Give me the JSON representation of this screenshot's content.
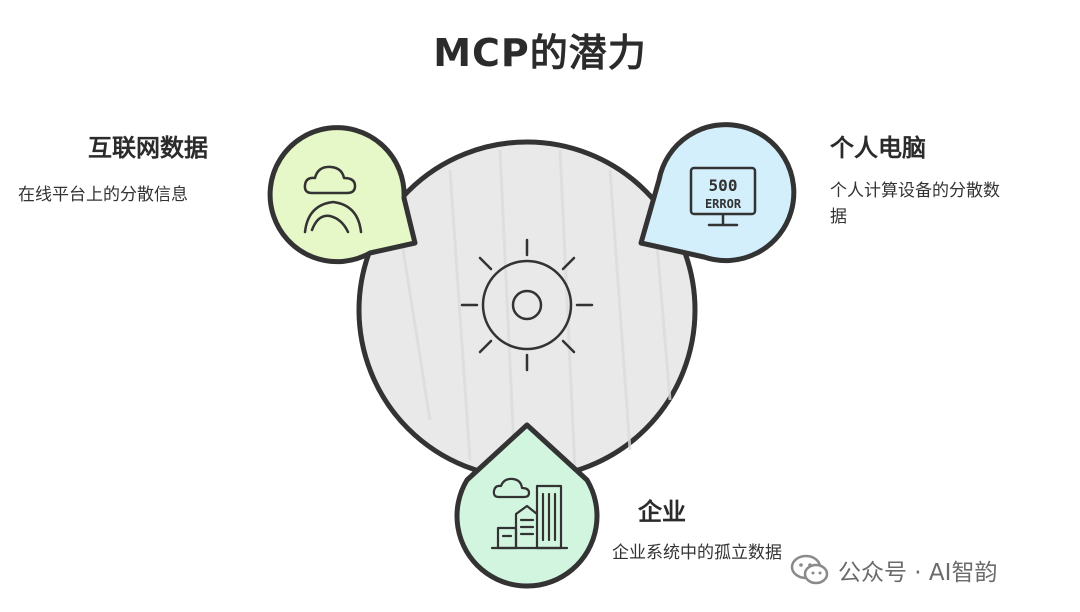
{
  "title": "MCP的潜力",
  "nodes": {
    "internet": {
      "title": "互联网数据",
      "desc": "在线平台上的分散信息"
    },
    "pc": {
      "title": "个人电脑",
      "desc_line1": "个人计算设备的分散数",
      "desc_line2": "据",
      "screen_text_1": "500",
      "screen_text_2": "ERROR"
    },
    "enterprise": {
      "title": "企业",
      "desc": "企业系统中的孤立数据"
    }
  },
  "watermark": {
    "text": "公众号 · AI智韵"
  },
  "colors": {
    "center_fill": "#e9e9e9",
    "internet_fill": "#e6f7c8",
    "pc_fill": "#d3effb",
    "enterprise_fill": "#d2f5e0",
    "stroke": "#333333"
  },
  "icons": {
    "center": "sun-gear-icon",
    "internet": "cloud-globe-icon",
    "pc": "monitor-error-icon",
    "enterprise": "buildings-cloud-icon"
  }
}
